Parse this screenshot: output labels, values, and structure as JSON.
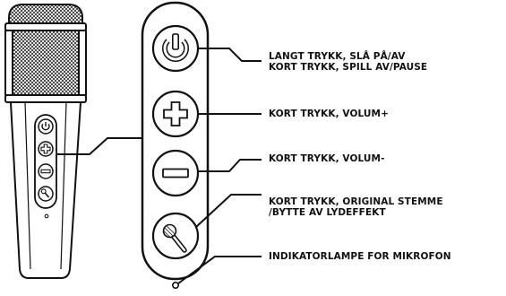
{
  "callouts": {
    "power": {
      "line1": "LANGT TRYKK, SLÅ PÅ/AV",
      "line2": "KORT TRYKK, SPILL AV/PAUSE",
      "icon": "power-icon"
    },
    "volume_up": {
      "line1": "KORT TRYKK, VOLUM+",
      "icon": "plus-icon"
    },
    "volume_down": {
      "line1": "KORT TRYKK, VOLUM-",
      "icon": "minus-icon"
    },
    "voice": {
      "line1": "KORT TRYKK, ORIGINAL STEMME",
      "line2": "/BYTTE AV LYDEFFEKT",
      "icon": "microphone-icon"
    },
    "indicator": {
      "line1": "INDIKATORLAMPE FOR MIKROFON"
    }
  },
  "colors": {
    "ink": "#111111",
    "background": "#ffffff"
  }
}
